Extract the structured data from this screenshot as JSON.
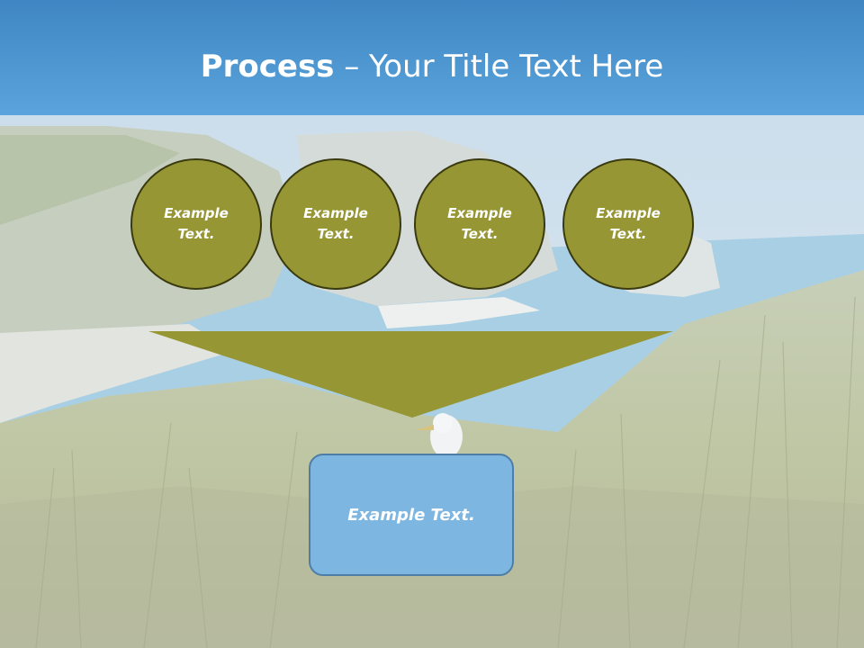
{
  "slide": {
    "title_bold": "Process",
    "title_rest": " – Your Title Text Here",
    "circles": [
      {
        "text": "Example Text."
      },
      {
        "text": "Example Text."
      },
      {
        "text": "Example Text."
      },
      {
        "text": "Example Text."
      }
    ],
    "box_text": "Example Text."
  },
  "colors": {
    "header": "#4f98d2",
    "olive": "#969634",
    "box": "#7db7e1"
  }
}
